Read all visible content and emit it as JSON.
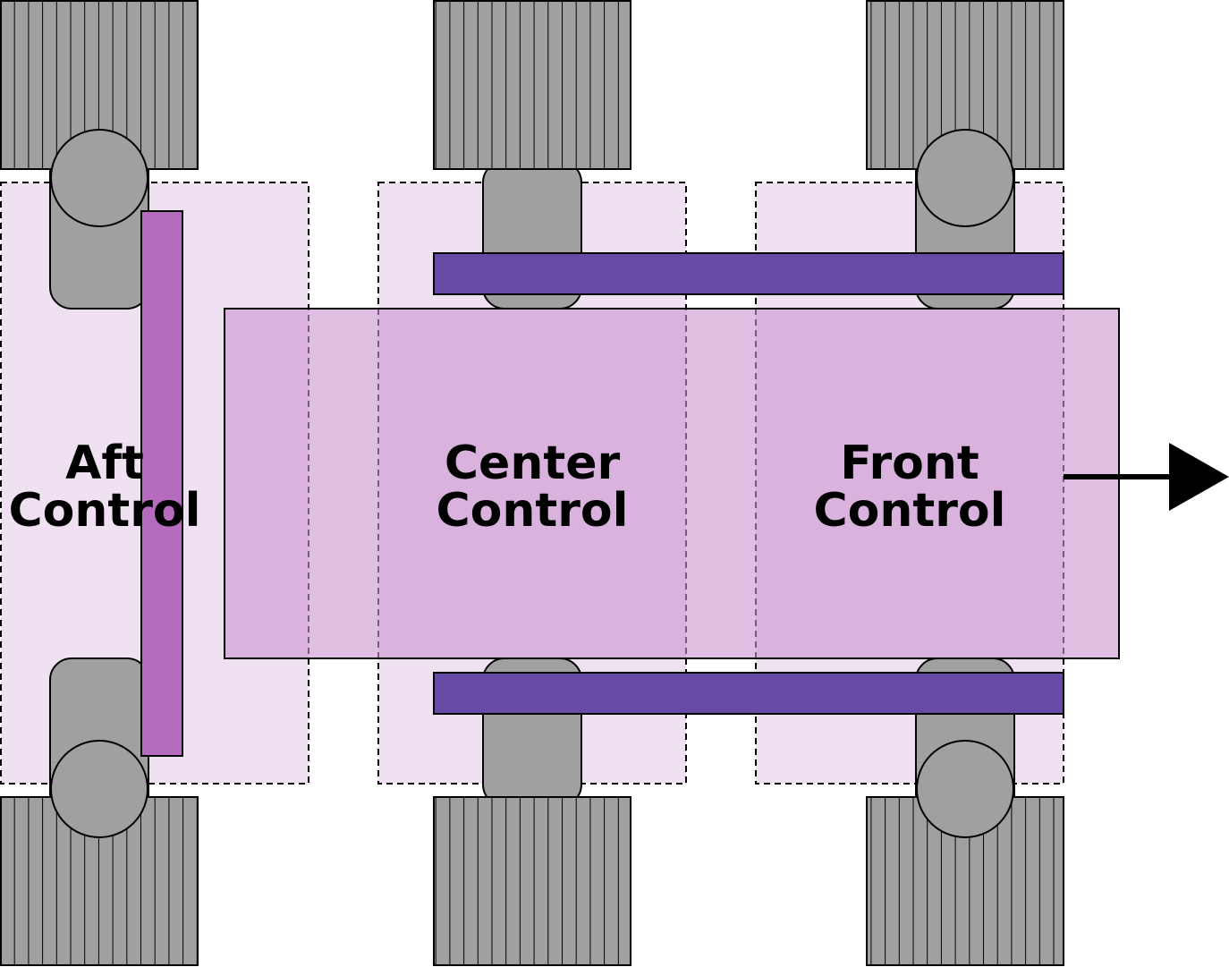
{
  "zones": [
    {
      "id": "aft",
      "line1": "Aft",
      "line2": "Control"
    },
    {
      "id": "center",
      "line1": "Center",
      "line2": "Control"
    },
    {
      "id": "front",
      "line1": "Front",
      "line2": "Control"
    }
  ],
  "colors": {
    "zone_fill": "#efe1f2",
    "body_fill": "#d2a3d6",
    "aft_bar": "#b56cbf",
    "rail": "#674aa5",
    "wheel": "#a0a0a0",
    "stroke": "#000000"
  },
  "icons": {
    "direction": "arrow-right-icon",
    "wheel": "tire-icon"
  }
}
